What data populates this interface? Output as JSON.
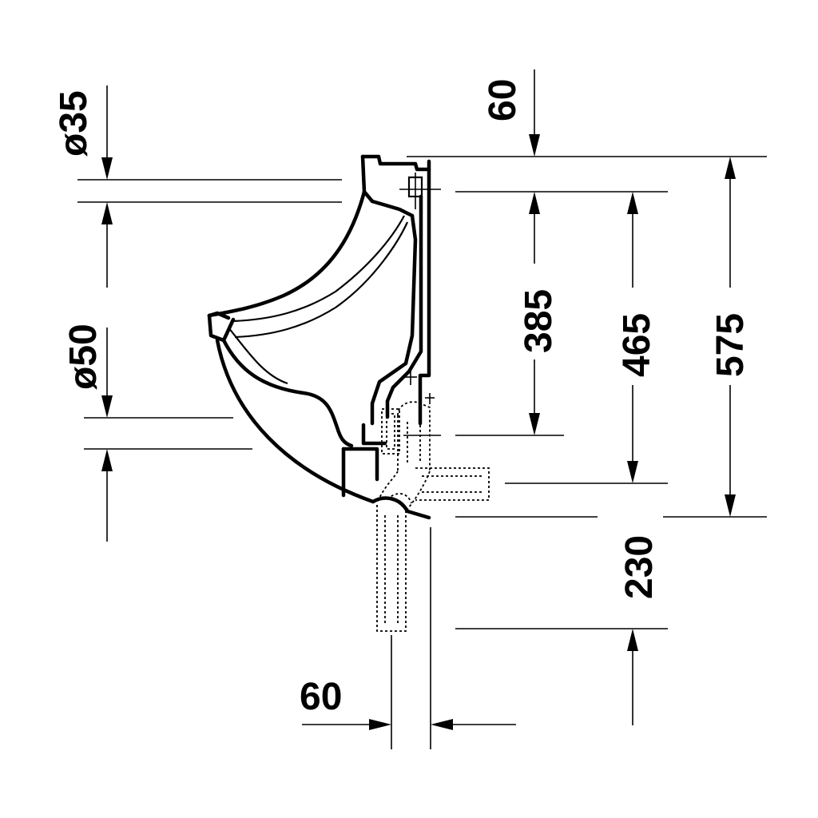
{
  "dimensions": {
    "inlet_diameter": "ø35",
    "outlet_diameter": "ø50",
    "top_offset": "60",
    "inlet_to_outlet_height": "385",
    "inlet_to_drain_height": "465",
    "overall_height": "575",
    "drain_below_bottom": "230",
    "drain_pipe_offset": "60"
  }
}
